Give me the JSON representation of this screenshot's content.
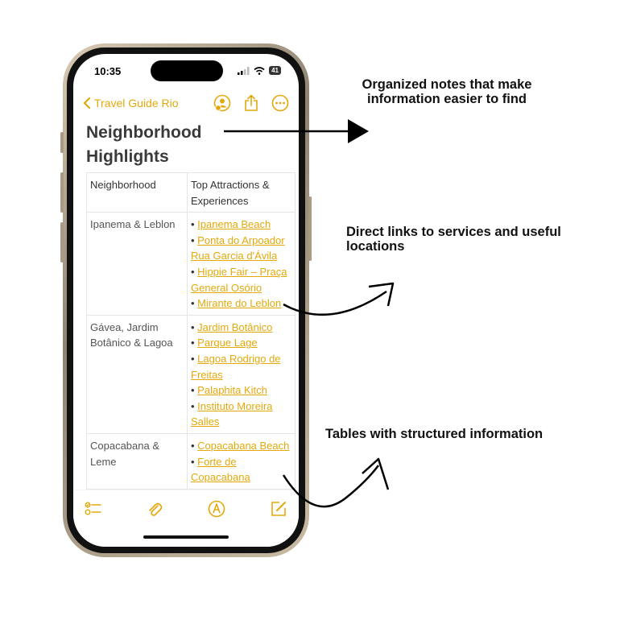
{
  "status": {
    "time": "10:35",
    "battery": "41"
  },
  "nav": {
    "back_label": "Travel Guide Rio"
  },
  "note": {
    "title": "Neighborhood Highlights"
  },
  "table": {
    "headers": [
      "Neighborhood",
      "Top Attractions & Experiences"
    ],
    "rows": [
      {
        "neighborhood": "Ipanema & Leblon",
        "attractions": [
          "Ipanema Beach",
          "Ponta do Arpoador Rua Garcia d'Ávila",
          "Hippie Fair – Praça General Osório",
          "Mirante do Leblon"
        ]
      },
      {
        "neighborhood": "Gávea, Jardim Botânico & Lagoa",
        "attractions": [
          "Jardim Botânico",
          "Parque Lage",
          "Lagoa Rodrigo de Freitas",
          "Palaphita Kitch",
          "Instituto Moreira Salles"
        ]
      },
      {
        "neighborhood": "Copacabana & Leme",
        "attractions": [
          "Copacabana Beach",
          "Forte de Copacabana"
        ]
      }
    ]
  },
  "callouts": {
    "organized": "Organized notes that make information easier to find",
    "links": "Direct links to services and useful locations",
    "tables": "Tables with structured information"
  },
  "colors": {
    "accent": "#e3a90c",
    "text": "#3a3a3a",
    "frame": "#a89a83"
  },
  "icons": {
    "nav": [
      "chevron-left-icon",
      "collaborate-icon",
      "share-icon",
      "more-icon"
    ],
    "toolbar": [
      "checklist-icon",
      "paperclip-icon",
      "markup-icon",
      "compose-icon"
    ]
  }
}
